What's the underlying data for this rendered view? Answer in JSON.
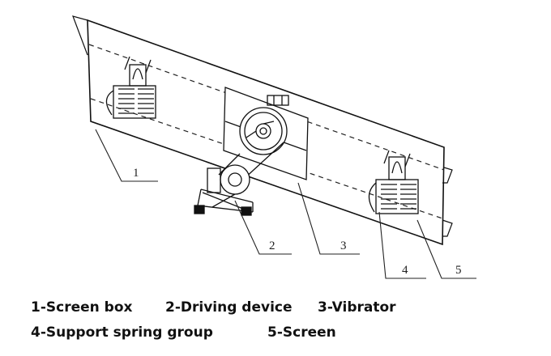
{
  "callouts": [
    {
      "number": "1"
    },
    {
      "number": "2"
    },
    {
      "number": "3"
    },
    {
      "number": "4"
    },
    {
      "number": "5"
    }
  ],
  "legend": {
    "row1": [
      "1-Screen box",
      "2-Driving device",
      "3-Vibrator"
    ],
    "row2": [
      "4-Support spring group",
      "5-Screen"
    ]
  }
}
